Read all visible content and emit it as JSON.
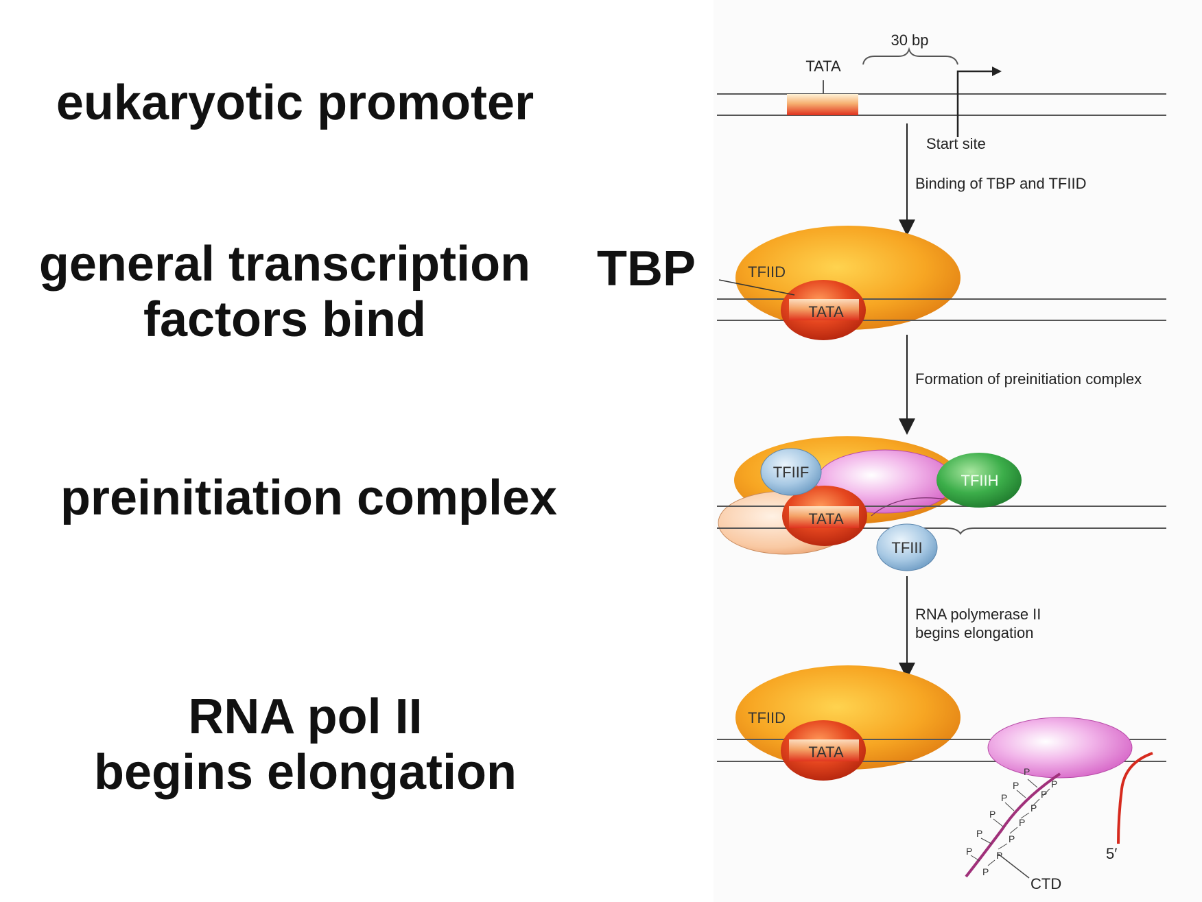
{
  "captions": {
    "promoter": "eukaryotic promoter",
    "gtf_line1": "general transcription",
    "gtf_line2": "factors bind",
    "tbp": "TBP",
    "pic": "preinitiation complex",
    "elong_line1": "RNA pol II",
    "elong_line2": "begins elongation"
  },
  "diagram": {
    "tata": "TATA",
    "bp_30": "30 bp",
    "start_site": "Start site",
    "step1": "Binding of TBP and TFIID",
    "step2": "Formation of preinitiation complex",
    "step3_line1": "RNA polymerase II",
    "step3_line2": "begins elongation",
    "tfiid": "TFIID",
    "tfiif": "TFIIF",
    "tfiih": "TFIIH",
    "tfiii": "TFIII",
    "p": "P",
    "ctd": "CTD",
    "five_prime": "5′"
  },
  "colors": {
    "tata_red": "#e0301e",
    "tfiid_orange": "#f5a623",
    "tbp_red": "#d8401f",
    "polymerase_pink": "#e07ad0",
    "tfiih_green": "#2fa24a",
    "tfii_blue": "#8fb8d8",
    "ctd_purple": "#a0307a",
    "rna_red": "#d62a1e"
  }
}
